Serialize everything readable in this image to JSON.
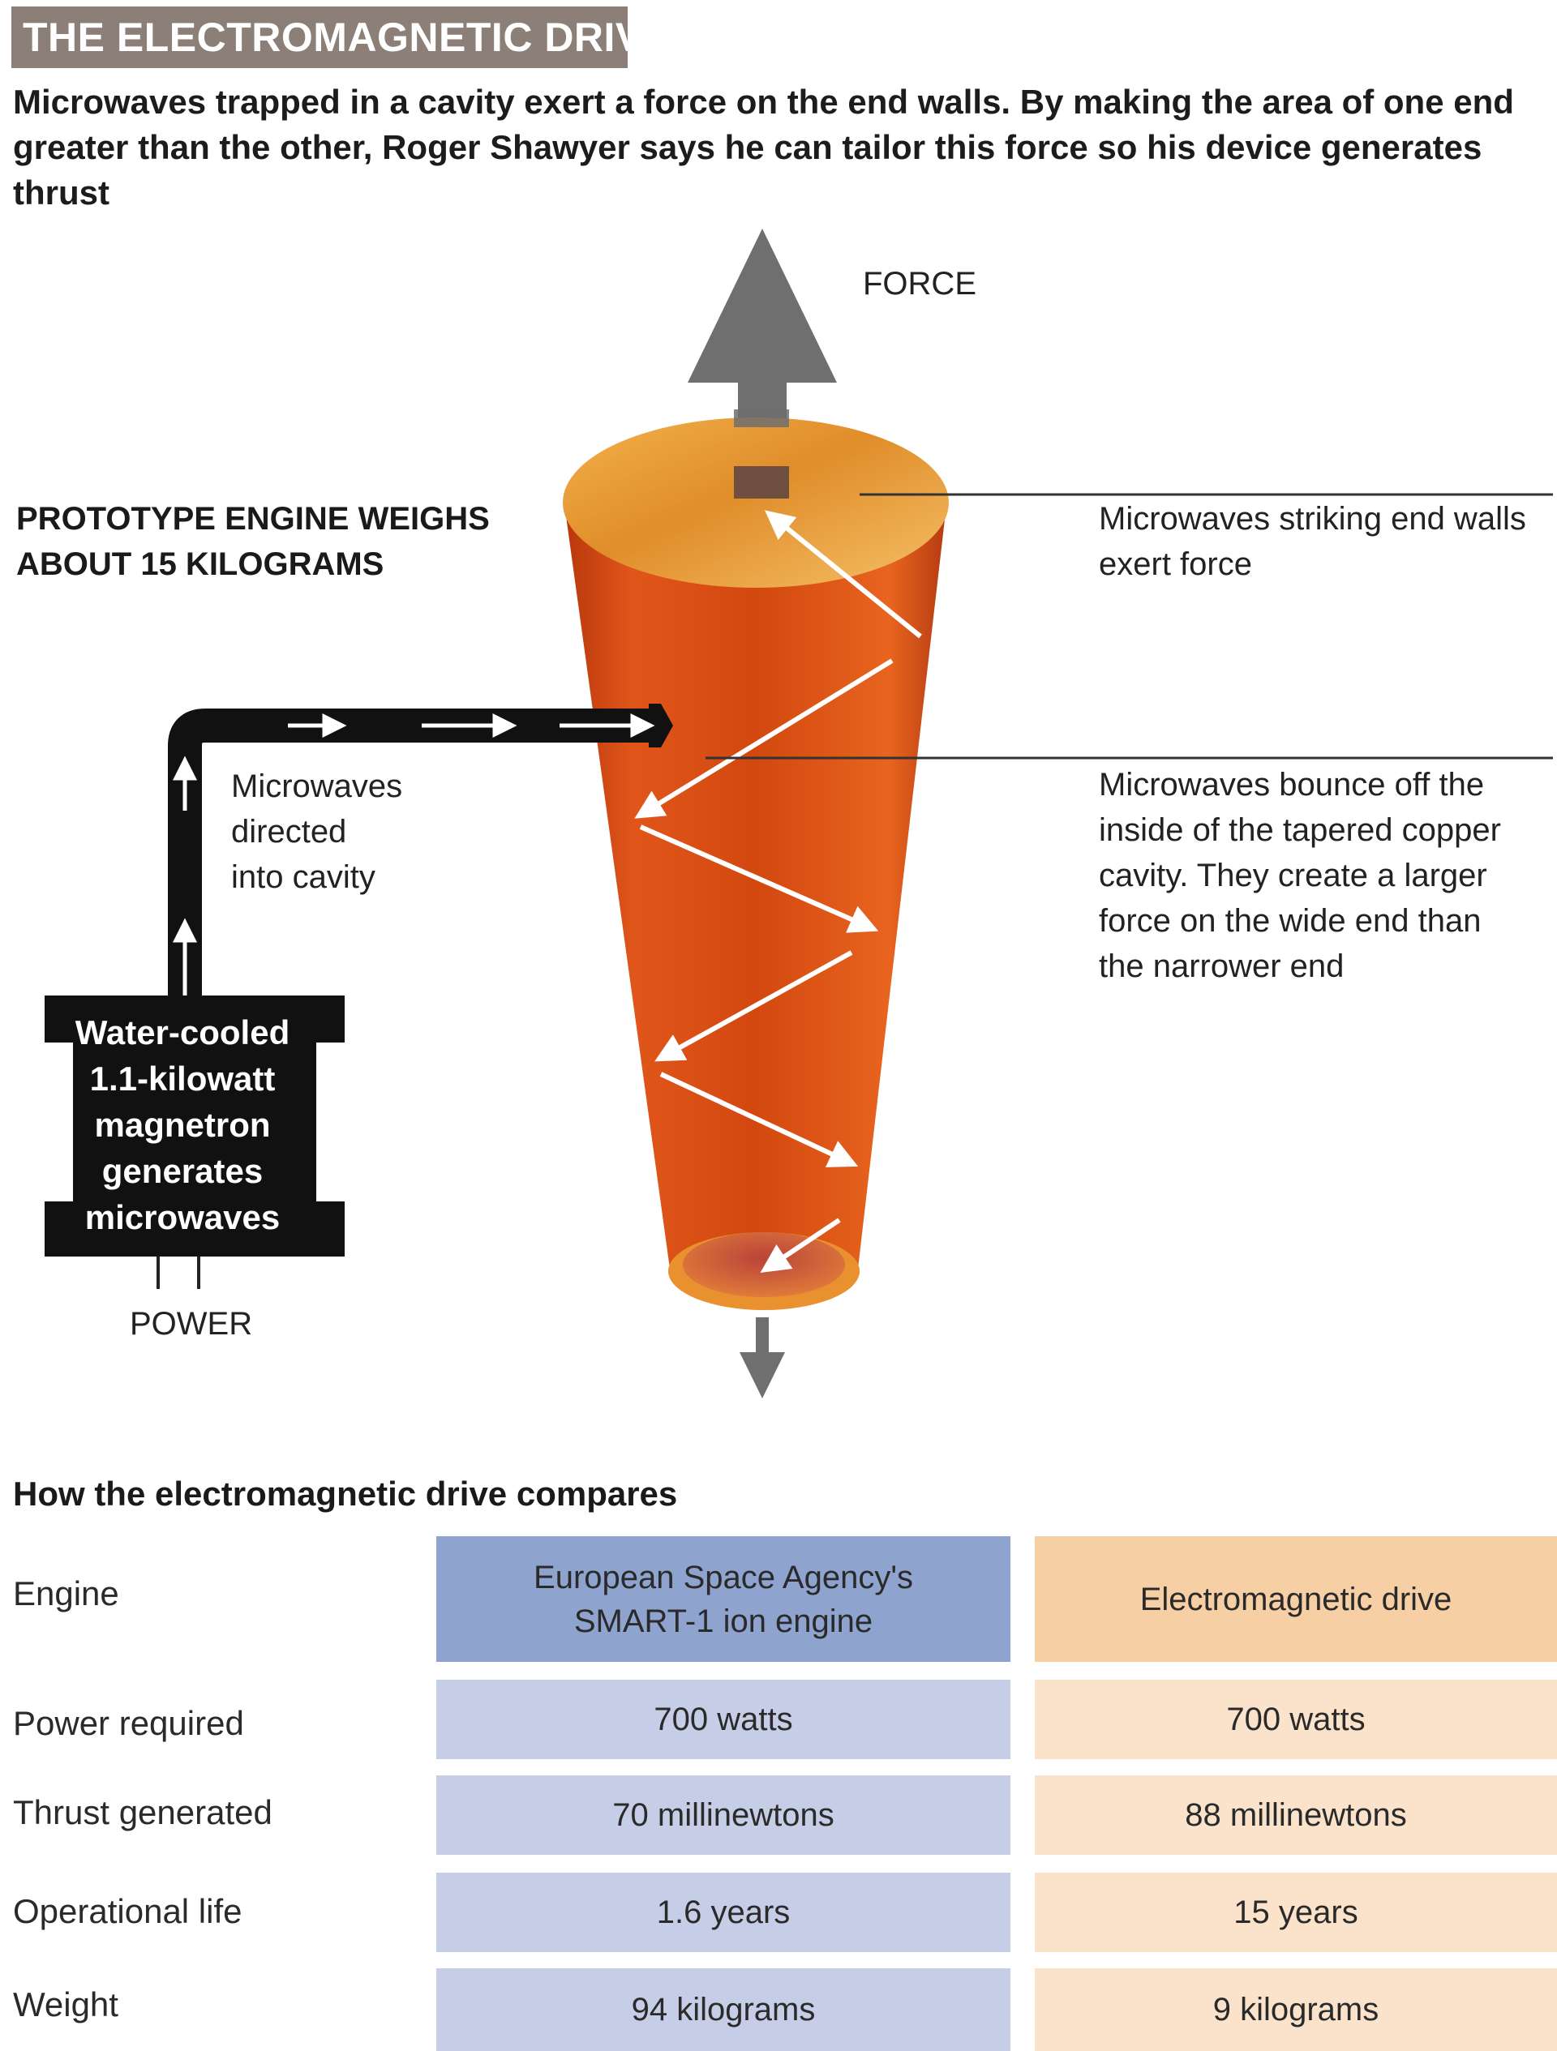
{
  "title": "THE ELECTROMAGNETIC DRIVE",
  "intro": "Microwaves trapped in a cavity exert a force on the end walls. By making the area of one end greater than the other, Roger Shawyer says he can tailor this force so his device generates thrust",
  "labels": {
    "force": "FORCE",
    "prototype_line1": "PROTOTYPE ENGINE WEIGHS",
    "prototype_line2": "ABOUT 15 KILOGRAMS",
    "end_walls_line1": "Microwaves striking end walls",
    "end_walls_line2": "exert force",
    "directed_line1": "Microwaves",
    "directed_line2": "directed",
    "directed_line3": "into cavity",
    "bounce_line1": "Microwaves bounce off the",
    "bounce_line2": "inside of the tapered copper",
    "bounce_line3": "cavity. They create a larger",
    "bounce_line4": "force on the wide end than",
    "bounce_line5": "the narrower end",
    "magnetron_line1": "Water-cooled",
    "magnetron_line2": "1.1-kilowatt",
    "magnetron_line3": "magnetron",
    "magnetron_line4": "generates",
    "magnetron_line5": "microwaves",
    "power": "POWER"
  },
  "comparison": {
    "title": "How the electromagnetic drive compares",
    "header_label": "Engine",
    "col1_header_line1": "European Space Agency's",
    "col1_header_line2": "SMART-1 ion engine",
    "col2_header": "Electromagnetic drive",
    "rows": [
      {
        "label": "Power required",
        "col1": "700 watts",
        "col2": "700 watts"
      },
      {
        "label": "Thrust generated",
        "col1": "70 millinewtons",
        "col2": "88 millinewtons"
      },
      {
        "label": "Operational life",
        "col1": "1.6 years",
        "col2": "15 years"
      },
      {
        "label": "Weight",
        "col1": "94 kilograms",
        "col2": "9 kilograms"
      }
    ]
  },
  "colors": {
    "title_bg": "#8c7f78",
    "copper": "#d9541a",
    "arrow_grey": "#6f6f6f",
    "col1_header": "#8fa3cf",
    "col1_cell": "#c5cee6",
    "col2_header": "#f7cfa4",
    "col2_cell": "#fbe3cb"
  }
}
